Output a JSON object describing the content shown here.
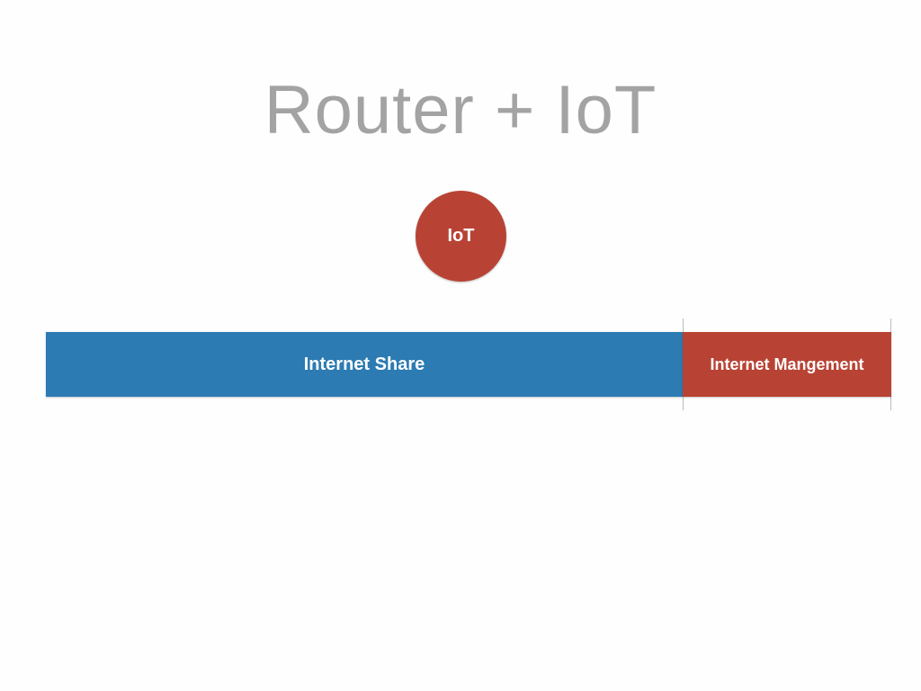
{
  "slide": {
    "title": "Router + IoT"
  },
  "diagram": {
    "iot_node": {
      "label": "IoT"
    },
    "segments": [
      {
        "label": "Internet Share"
      },
      {
        "label": "Internet Mangement"
      }
    ]
  },
  "colors": {
    "title_gray": "#a3a3a3",
    "share_blue": "#2c7bb3",
    "management_red": "#b84334",
    "iot_red": "#b84334"
  }
}
